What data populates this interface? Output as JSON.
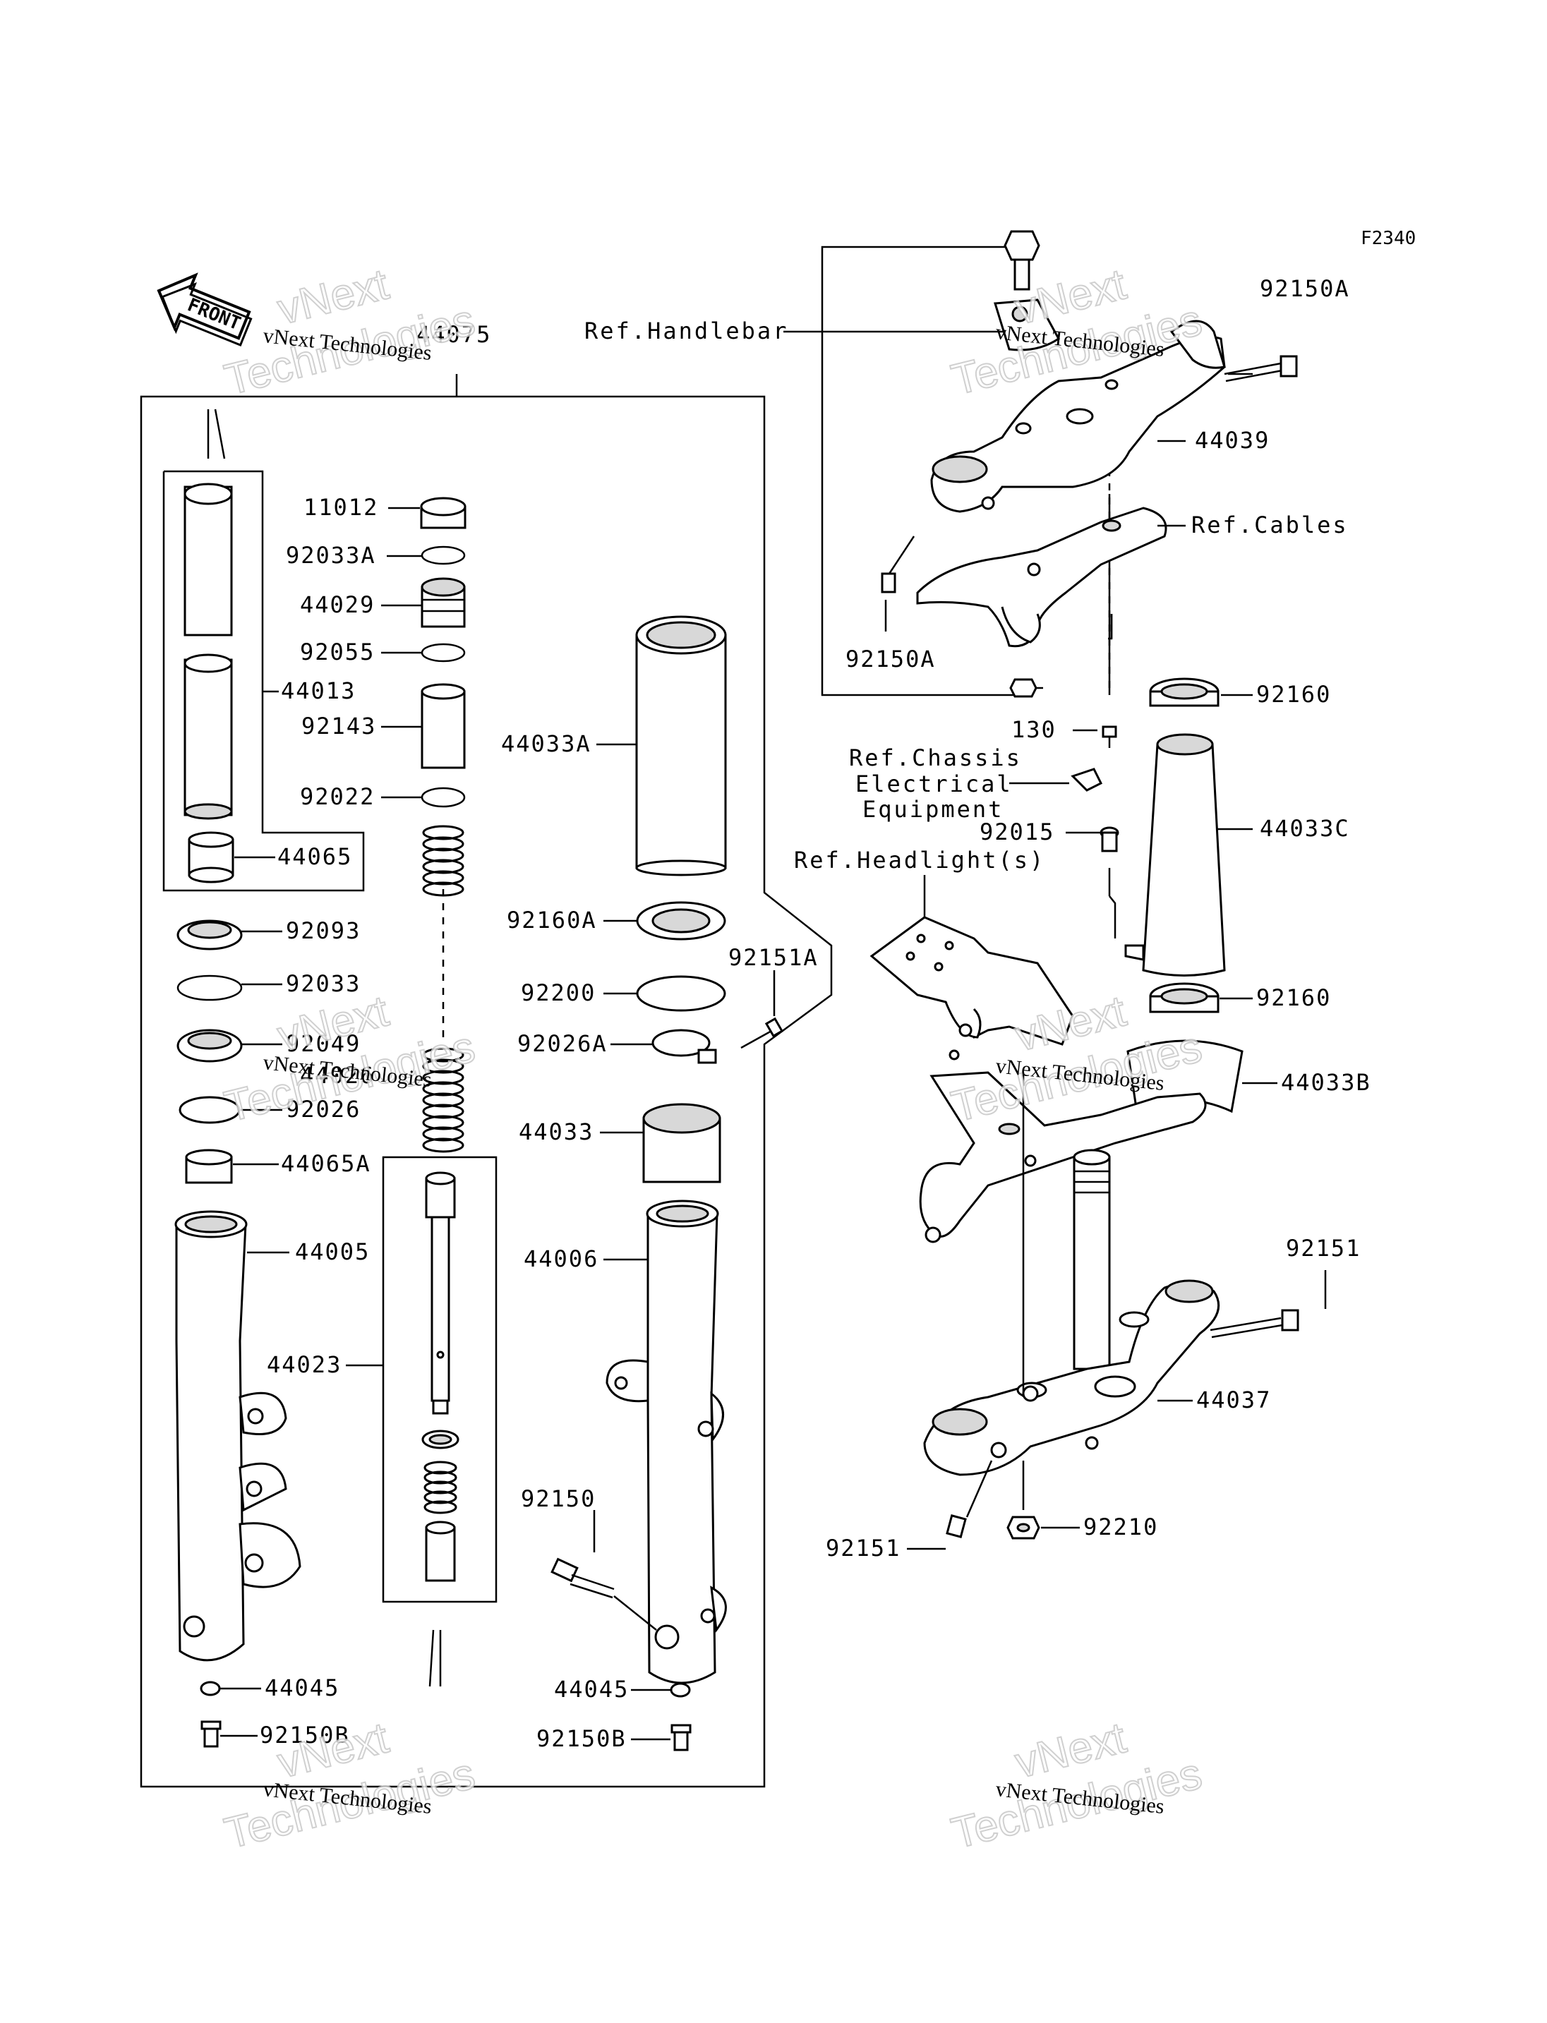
{
  "diagram_code": "F2340",
  "front_label": "FRONT",
  "part_numbers": [
    "44075",
    "11012",
    "92033A",
    "44029",
    "92055",
    "44013",
    "92143",
    "92022",
    "44065",
    "92093",
    "92033",
    "92049",
    "44026",
    "92026",
    "44065A",
    "44005",
    "44023",
    "44045",
    "92150B",
    "44033A",
    "92160A",
    "92200",
    "92151A",
    "92026A",
    "44033",
    "44006",
    "92150",
    "92150A",
    "44039",
    "130",
    "92160",
    "92015",
    "44033C",
    "44033B",
    "92151",
    "44037",
    "92210"
  ],
  "references": {
    "handlebar": "Ref.Handlebar",
    "cables": "Ref.Cables",
    "chassis_line1": "Ref.Chassis",
    "chassis_line2": "Electrical",
    "chassis_line3": "Equipment",
    "headlight": "Ref.Headlight(s)"
  },
  "watermark": {
    "company": "vNext Technologies",
    "big_line1": "vNext",
    "big_line2": "Technologies"
  }
}
